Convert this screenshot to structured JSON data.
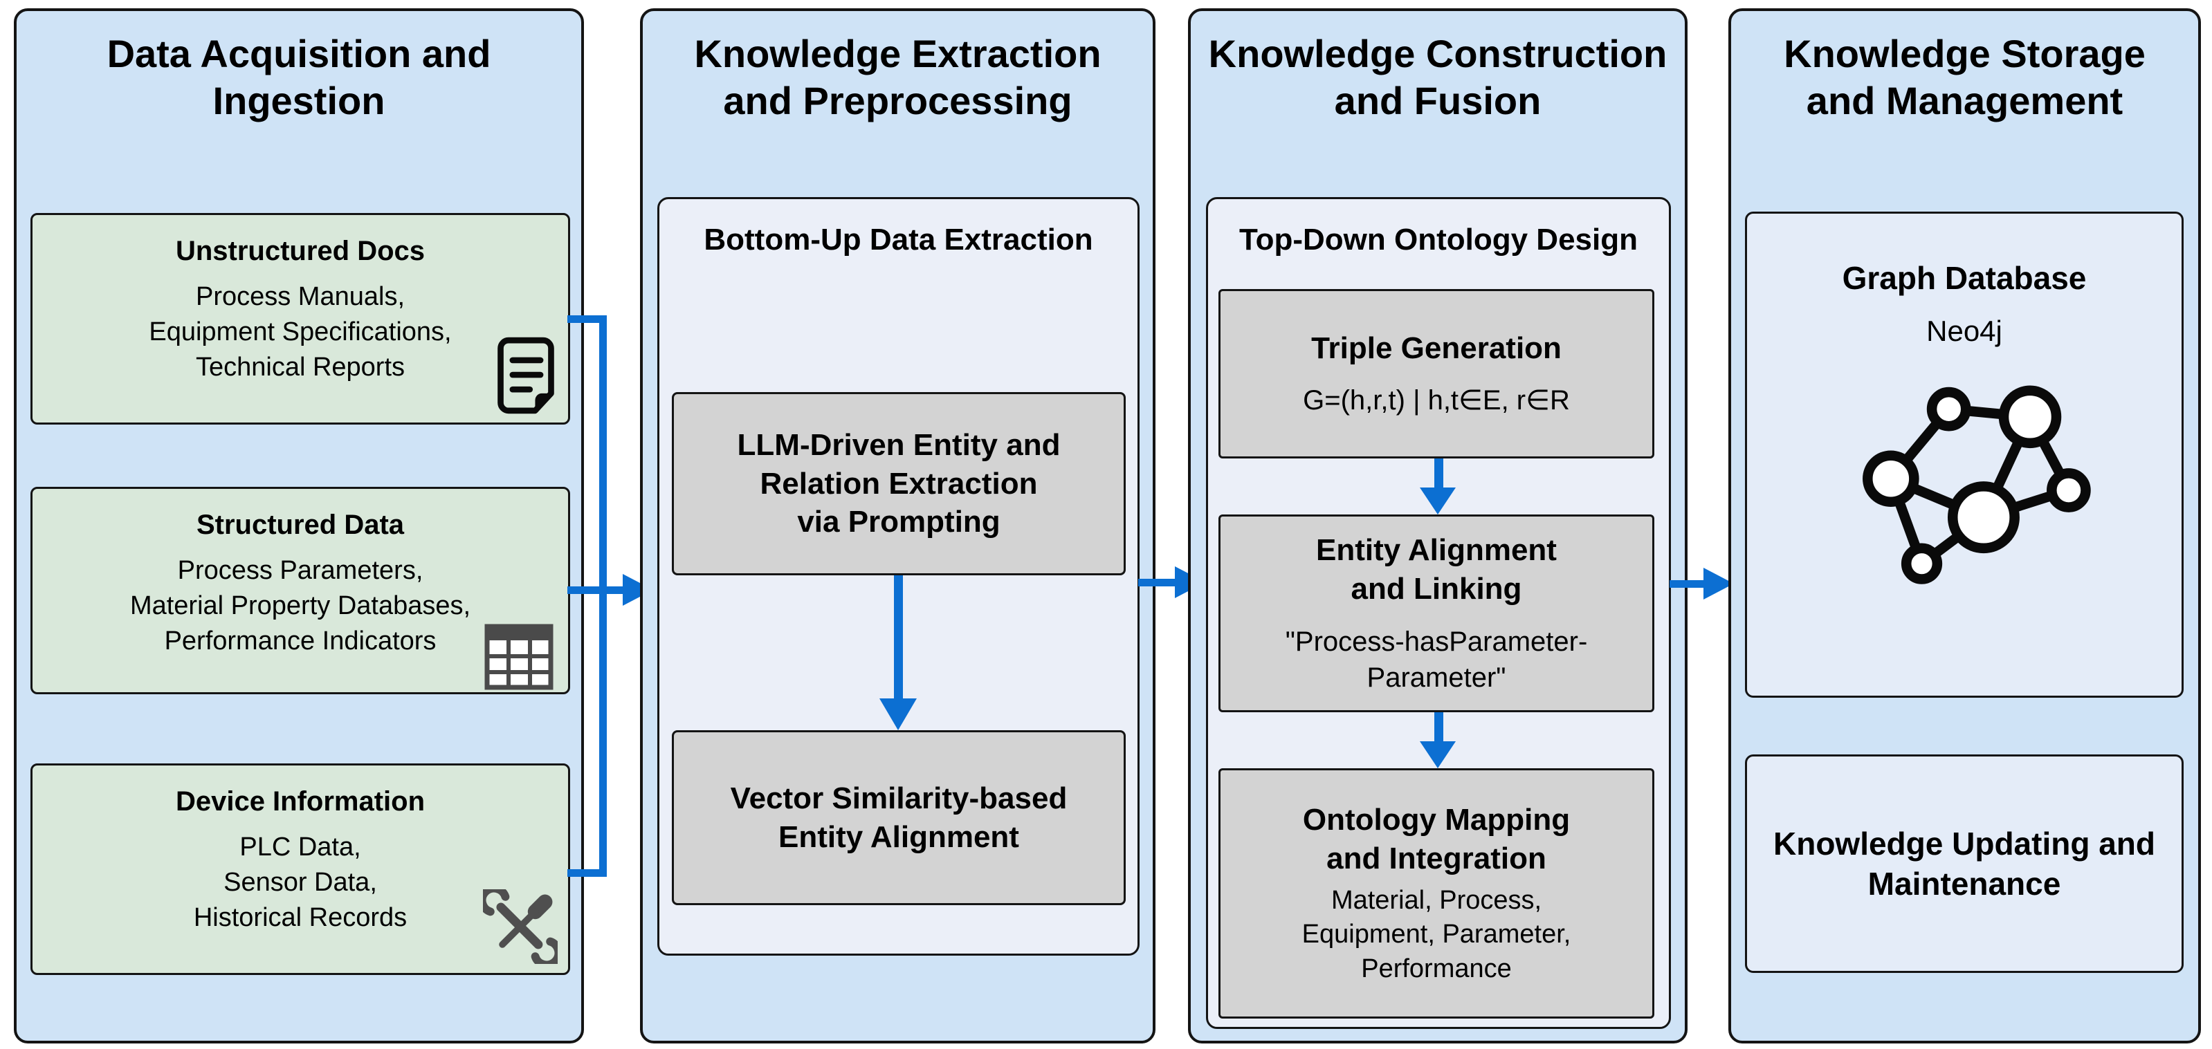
{
  "colors": {
    "column_bg": "#cfe3f6",
    "panel_bg": "#ebeff8",
    "source_box_bg": "#d9e8da",
    "step_box_bg": "#d3d3d3",
    "storage_box_bg": "#e4ecf8",
    "arrow_blue": "#0c6fd2",
    "border_black": "#141414",
    "icon_grey": "#4f4f4f"
  },
  "columns": [
    {
      "id": "data-acquisition",
      "title": "Data Acquisition and\nIngestion",
      "boxes": [
        {
          "title": "Unstructured Docs",
          "body": "Process Manuals,\nEquipment Specifications,\nTechnical Reports",
          "icon": "document-icon"
        },
        {
          "title": "Structured Data",
          "body": "Process Parameters,\nMaterial Property Databases,\nPerformance Indicators",
          "icon": "table-icon"
        },
        {
          "title": "Device Information",
          "body": "PLC Data,\nSensor Data,\nHistorical Records",
          "icon": "tools-icon"
        }
      ]
    },
    {
      "id": "knowledge-extraction",
      "title": "Knowledge Extraction\nand Preprocessing",
      "panel_heading": "Bottom-Up Data Extraction",
      "steps": [
        {
          "title": "LLM-Driven Entity and\nRelation Extraction\nvia Prompting"
        },
        {
          "title": "Vector Similarity-based\nEntity Alignment"
        }
      ]
    },
    {
      "id": "knowledge-construction",
      "title": "Knowledge Construction\nand Fusion",
      "panel_heading": "Top-Down Ontology Design",
      "steps": [
        {
          "title": "Triple Generation",
          "body": "G=(h,r,t) | h,t∈E, r∈R"
        },
        {
          "title": "Entity Alignment\nand Linking",
          "body": "\"Process-hasParameter-\nParameter\""
        },
        {
          "title": "Ontology Mapping\nand Integration",
          "body": "Material, Process,\nEquipment, Parameter,\nPerformance"
        }
      ]
    },
    {
      "id": "knowledge-storage",
      "title": "Knowledge Storage\nand Management",
      "boxes": [
        {
          "title": "Graph Database",
          "body": "Neo4j",
          "icon": "graph-network-icon"
        },
        {
          "title": "Knowledge Updating and\nMaintenance"
        }
      ]
    }
  ]
}
